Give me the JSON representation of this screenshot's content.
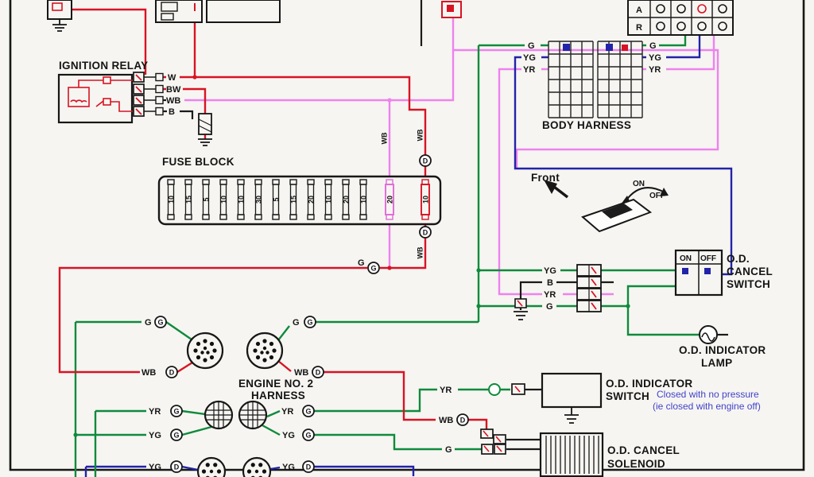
{
  "components": {
    "ignition_relay": {
      "label": "IGNITION RELAY"
    },
    "fuse_block": {
      "label": "FUSE BLOCK",
      "fuses": [
        "10",
        "15",
        "5",
        "10",
        "10",
        "30",
        "5",
        "15",
        "20",
        "10",
        "20",
        "10",
        "20",
        "10"
      ]
    },
    "body_harness": {
      "label": "BODY HARNESS",
      "left_pins": [
        "G",
        "YG",
        "YR"
      ],
      "right_pins": [
        "G",
        "YG",
        "YR"
      ]
    },
    "connector_table": {
      "row1": "A",
      "row2": "R"
    },
    "toggle": {
      "front": "Front",
      "on": "ON",
      "off": "OFF"
    },
    "od_cancel_switch": {
      "line1": "O.D.",
      "line2": "CANCEL",
      "line3": "SWITCH",
      "on": "ON",
      "off": "OFF"
    },
    "od_indicator_lamp": {
      "line1": "O.D. INDICATOR",
      "line2": "LAMP"
    },
    "od_indicator_switch": {
      "line1": "O.D. INDICATOR",
      "line2": "SWITCH",
      "note_line1": "Closed with no pressure",
      "note_line2": "(ie closed with engine off)"
    },
    "od_cancel_solenoid": {
      "line1": "O.D. CANCEL",
      "line2": "SOLENOID"
    },
    "engine_harness": {
      "label_line1": "ENGINE NO. 2",
      "label_line2": "HARNESS"
    }
  },
  "wire_codes": {
    "w": "W",
    "bw": "BW",
    "wb": "WB",
    "b": "B",
    "g": "G",
    "yg": "YG",
    "yr": "YR"
  },
  "connector_letters": {
    "d": "D",
    "g": "G"
  },
  "colors": {
    "wire_red": "#d81324",
    "wire_green": "#0f8a3c",
    "wire_blue": "#2323aa",
    "wire_violet": "#ee82ee",
    "wire_black": "#1a1a1a",
    "note_text": "#4242cc",
    "paper": "#f6f5f1"
  }
}
